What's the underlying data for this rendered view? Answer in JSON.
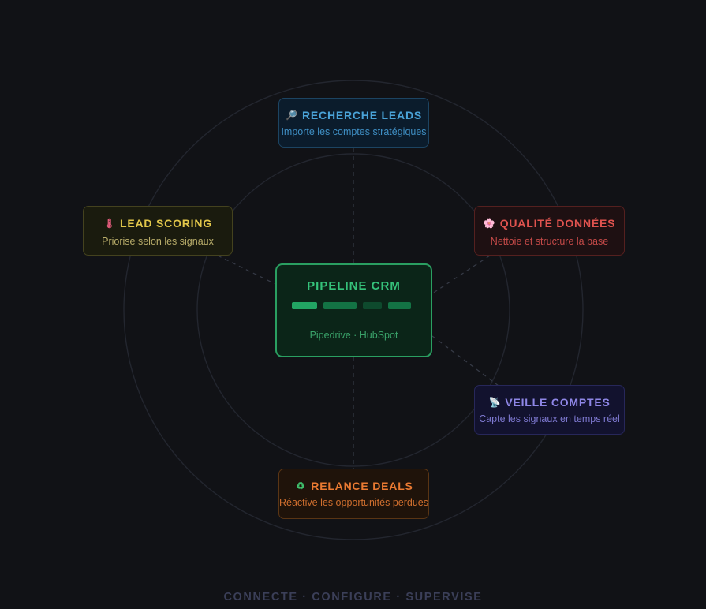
{
  "center": {
    "title": "PIPELINE CRM",
    "subtitle": "Pipedrive · HubSpot",
    "border_color": "#2a9f61",
    "bar_colors": [
      "#22a563",
      "#137344",
      "#0e4a2d",
      "#137344"
    ]
  },
  "nodes": {
    "recherche": {
      "icon": "magnifier-icon",
      "icon_glyph": "🔎",
      "title": "RECHERCHE LEADS",
      "subtitle": "Importe les comptes stratégiques",
      "color": "#4aa3d8"
    },
    "scoring": {
      "icon": "thermometer-icon",
      "icon_glyph": "🌡",
      "title": "LEAD SCORING",
      "subtitle": "Priorise selon les signaux",
      "color": "#e1c64a"
    },
    "qualite": {
      "icon": "flower-icon",
      "icon_glyph": "🌸",
      "title": "QUALITÉ DONNÉES",
      "subtitle": "Nettoie et structure la base",
      "color": "#e0534f"
    },
    "veille": {
      "icon": "satellite-icon",
      "icon_glyph": "📡",
      "title": "VEILLE COMPTES",
      "subtitle": "Capte les signaux en temps réel",
      "color": "#8e86e6"
    },
    "relance": {
      "icon": "recycle-icon",
      "icon_glyph": "♻",
      "title": "RELANCE DEALS",
      "subtitle": "Réactive les opportunités perdues",
      "color": "#ea7a32"
    }
  },
  "footer": {
    "text": "CONNECTE · CONFIGURE · SUPERVISE"
  }
}
